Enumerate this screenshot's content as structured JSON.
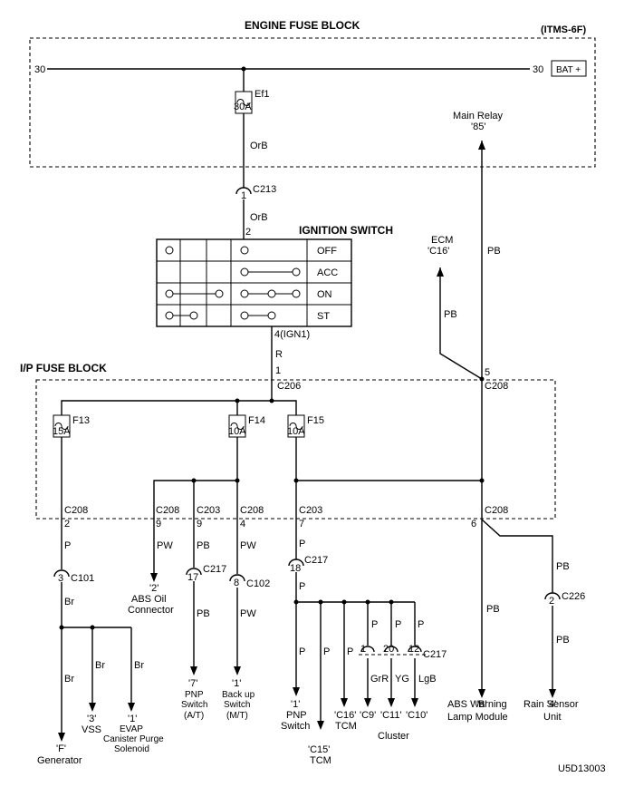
{
  "header": {
    "engine_fuse_block": "ENGINE FUSE BLOCK",
    "itms": "(ITMS-6F)",
    "ip_fuse_block": "I/P FUSE BLOCK",
    "ignition_switch": "IGNITION SWITCH",
    "diagram_code": "U5D13003"
  },
  "top": {
    "left_30": "30",
    "right_30": "30",
    "bat": "BAT +",
    "ef1": "Ef1",
    "ef1_amp": "30A",
    "orb1": "OrB",
    "c213": "C213",
    "c213_pin": "1",
    "orb2": "OrB",
    "pin2": "2",
    "main_relay": "Main Relay",
    "main_relay_pin": "'85'"
  },
  "ignition": {
    "rows": [
      "OFF",
      "ACC",
      "ON",
      "ST"
    ],
    "ign_pin": "4(IGN1)",
    "wire_r": "R",
    "pin1": "1",
    "c206": "C206"
  },
  "ecm": {
    "name": "ECM",
    "pin": "'C16'",
    "wire_pb1": "PB",
    "wire_pb2": "PB",
    "pin5": "5",
    "c208": "C208"
  },
  "fuses": {
    "f13": "F13",
    "f13_amp": "15A",
    "f14": "F14",
    "f14_amp": "10A",
    "f15": "F15",
    "f15_amp": "10A"
  },
  "connectors": {
    "c208_a": "C208",
    "c208_a_pin": "2",
    "c208_b": "C208",
    "c208_b_pin": "9",
    "c203_a": "C203",
    "c203_a_pin": "9",
    "c208_c": "C208",
    "c208_c_pin": "4",
    "c203_b": "C203",
    "c203_b_pin": "7",
    "c208_d": "C208",
    "c208_d_pin": "6"
  },
  "wires": {
    "p1": "P",
    "pw1": "PW",
    "pb1": "PB",
    "pw2": "PW",
    "p2": "P",
    "br1": "Br",
    "br2": "Br",
    "br3": "Br",
    "br4": "Br",
    "pb2": "PB",
    "pw3": "PW",
    "p3": "P",
    "p4": "P",
    "p5": "P",
    "pcl1": "P",
    "pcl2": "P",
    "pcl3": "P",
    "grr": "GrR",
    "yg": "YG",
    "lgb": "LgB",
    "pb_abs": "PB",
    "pb_rain1": "PB",
    "pb_rain2": "PB"
  },
  "inline": {
    "c101": "C101",
    "c101_pin": "3",
    "c217_a": "C217",
    "c217_a_pin": "17",
    "c102": "C102",
    "c102_pin": "8",
    "c217_b": "C217",
    "c217_b_pin": "18",
    "c226": "C226",
    "c226_pin": "2",
    "c217_c": "C217",
    "cl_pin1": "1",
    "cl_pin20": "20",
    "cl_pin12": "12"
  },
  "destinations": {
    "generator_pin": "'F'",
    "generator": "Generator",
    "vss_pin": "'3'",
    "vss": "VSS",
    "evap_pin": "'1'",
    "evap1": "EVAP",
    "evap2": "Canister Purge",
    "evap3": "Solenoid",
    "abs_oil_pin": "'2'",
    "abs_oil1": "ABS Oil",
    "abs_oil2": "Connector",
    "pnp_at_pin": "'7'",
    "pnp_at1": "PNP",
    "pnp_at2": "Switch",
    "pnp_at3": "(A/T)",
    "backup_pin": "'1'",
    "backup1": "Back up",
    "backup2": "Switch",
    "backup3": "(M/T)",
    "pnp_pin": "'1'",
    "pnp1": "PNP",
    "pnp2": "Switch",
    "c15_pin": "'C15'",
    "c15_name": "TCM",
    "c16_pin": "'C16'",
    "c16_name": "TCM",
    "c9": "'C9'",
    "c11": "'C11'",
    "c10": "'C10'",
    "cluster": "Cluster",
    "abs_warn_pin": "'B'",
    "abs_warn1": "ABS Warning",
    "abs_warn2": "Lamp Module",
    "rain_pin": "'4'",
    "rain1": "Rain Sensor",
    "rain2": "Unit"
  }
}
